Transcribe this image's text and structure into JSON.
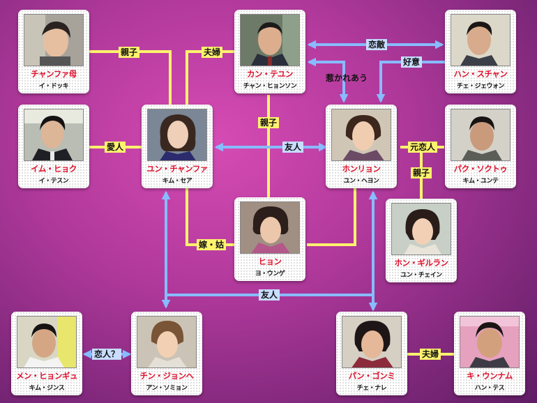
{
  "colors": {
    "yellow_line": "#fff36e",
    "blue_line": "#88bbff",
    "name_red": "#e0102c",
    "background": "#b1399c"
  },
  "characters": {
    "chanfa_mother": {
      "name": "チャンファ母",
      "actor": "イ・ドッキ"
    },
    "kang_taeyun": {
      "name": "カン・テユン",
      "actor": "チャン・ヒョンソン"
    },
    "han_suchan": {
      "name": "ハン・スチャン",
      "actor": "チェ・ジェウォン"
    },
    "im_hyuk": {
      "name": "イム・ヒョク",
      "actor": "イ・テスン"
    },
    "yun_chanfa": {
      "name": "ユン・チャンファ",
      "actor": "キム・セア"
    },
    "honryon": {
      "name": "ホンリョン",
      "actor": "ユン・ヘヨン"
    },
    "park_sokdu": {
      "name": "パク・ソクトゥ",
      "actor": "キム・ユンテ"
    },
    "hyon": {
      "name": "ヒョン",
      "actor": "ヨ・ウンゲ"
    },
    "hon_girlan": {
      "name": "ホン・ギルラン",
      "actor": "ユン・チェイン"
    },
    "men_hyongyu": {
      "name": "メン・ヒョンギュ",
      "actor": "キム・ジンス"
    },
    "chin_jonghe": {
      "name": "チン・ジョンヘ",
      "actor": "アン・ソミョン"
    },
    "pan_gonmi": {
      "name": "パン・ゴンミ",
      "actor": "チェ・ナレ"
    },
    "ki_unnam": {
      "name": "キ・ウンナム",
      "actor": "ハン・テス"
    }
  },
  "relations": {
    "parent_child_1": "親子",
    "married_1": "夫婦",
    "rival": "恋敵",
    "favor": "好意",
    "attracted": "惹かれあう",
    "parent_child_2": "親子",
    "lover": "愛人",
    "friend_1": "友人",
    "ex_lover": "元恋人",
    "parent_child_3": "親子",
    "in_law": "嫁・姑",
    "friend_2": "友人",
    "lover_q": "恋人？",
    "married_2": "夫婦"
  }
}
